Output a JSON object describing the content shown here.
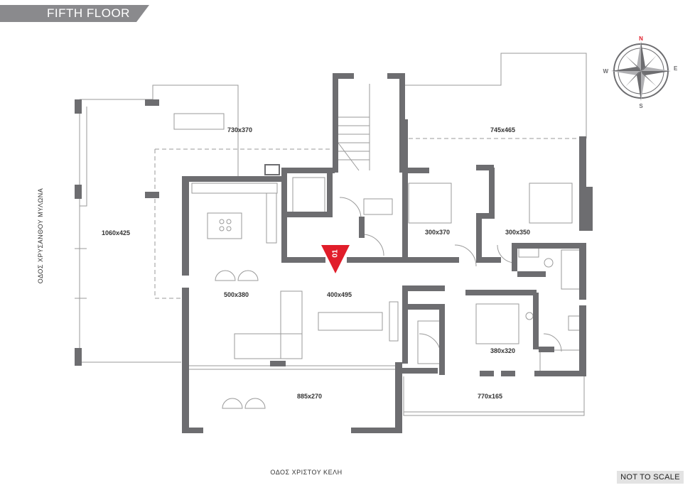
{
  "header": {
    "title": "FIFTH FLOOR"
  },
  "rooms": [
    {
      "id": "terrace-north-west",
      "label": "730x370"
    },
    {
      "id": "terrace-north-east",
      "label": "745x465"
    },
    {
      "id": "terrace-west",
      "label": "1060x425"
    },
    {
      "id": "bedroom-1",
      "label": "300x370"
    },
    {
      "id": "bedroom-2",
      "label": "300x350"
    },
    {
      "id": "living-room",
      "label": "500x380"
    },
    {
      "id": "dining-kitchen",
      "label": "400x495"
    },
    {
      "id": "master-bedroom",
      "label": "380x320"
    },
    {
      "id": "balcony-south-west",
      "label": "885x270"
    },
    {
      "id": "balcony-south-east",
      "label": "770x165"
    }
  ],
  "unit_marker": {
    "label": "01",
    "color": "#e11d2a"
  },
  "streets": {
    "west": "ΟΔΟΣ  ΧΡΥΣΑΝΘΟΥ ΜΥΛΩΝΑ",
    "south": "ΟΔΟΣ  ΧΡΙΣΤΟΥ ΚΕΛΗ"
  },
  "compass": {
    "north": "N",
    "east": "E",
    "south": "S",
    "west": "W",
    "north_color": "#e11d2a"
  },
  "notice": "NOT TO SCALE",
  "colors": {
    "wall": "#6d6d70",
    "thin_line": "#9a9a9a",
    "banner": "#8a8a8d"
  }
}
